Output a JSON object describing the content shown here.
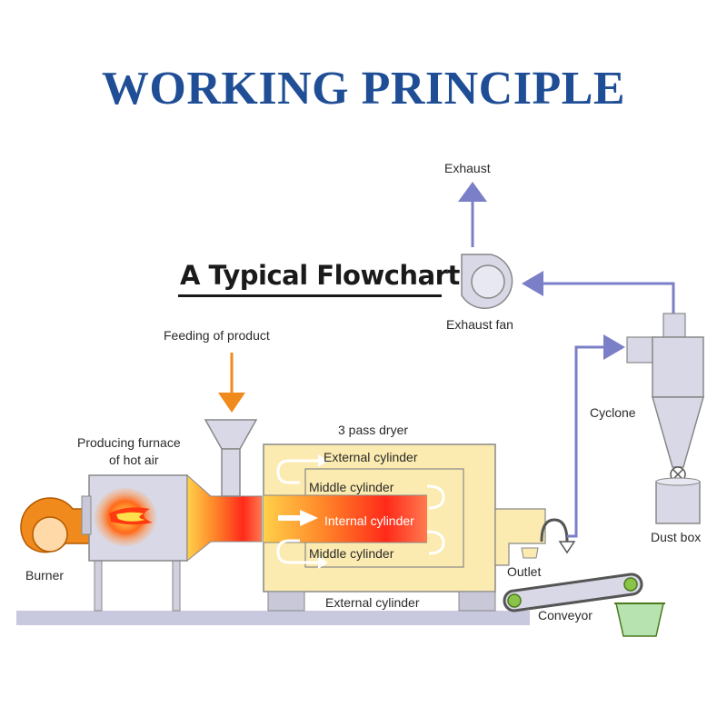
{
  "title": "WORKING PRINCIPLE",
  "subtitle": "A Typical Flowchart",
  "labels": {
    "exhaust": "Exhaust",
    "exhaust_fan": "Exhaust fan",
    "feeding": "Feeding of product",
    "furnace_line1": "Producing furnace",
    "furnace_line2": "of hot air",
    "burner": "Burner",
    "dryer": "3 pass dryer",
    "external_top": "External cylinder",
    "middle_top": "Middle cylinder",
    "internal": "Internal cylinder",
    "middle_bottom": "Middle cylinder",
    "external_bottom": "External cylinder",
    "cyclone": "Cyclone",
    "dust_box": "Dust box",
    "outlet": "Outlet",
    "conveyor": "Conveyor"
  },
  "colors": {
    "title": "#1f4e96",
    "arrow_blue": "#7b7fc7",
    "arrow_orange": "#f08a1c",
    "dryer_fill": "#fcebb0",
    "machine_gray": "#d8d8e6",
    "flame_red": "#ff2a1a"
  }
}
